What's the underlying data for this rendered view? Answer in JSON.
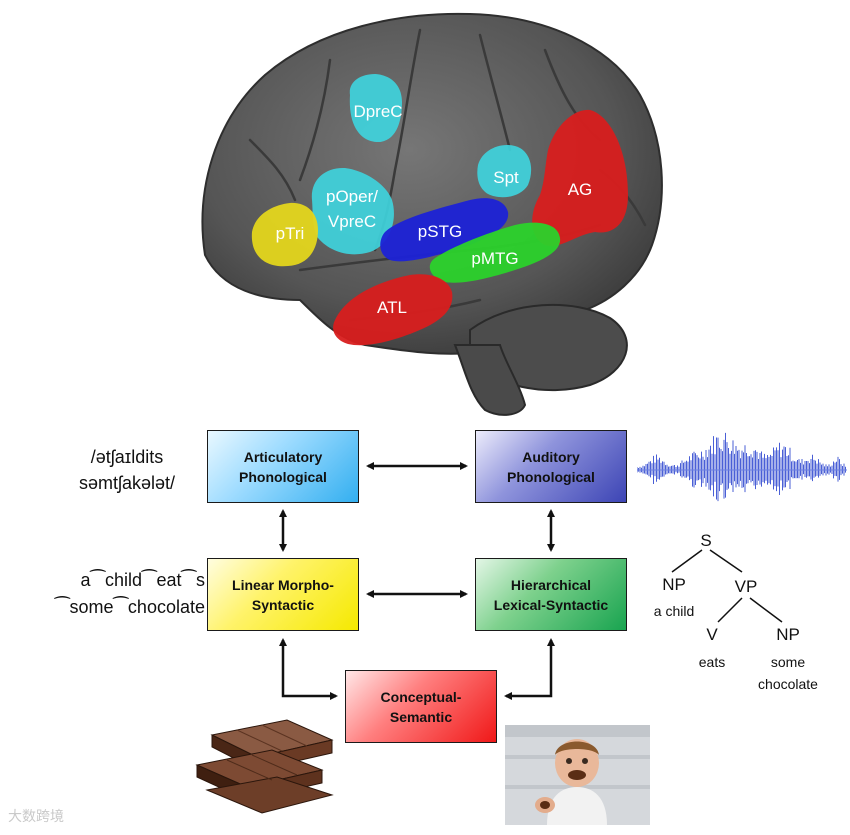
{
  "brain": {
    "regions": {
      "dprec": "DpreC",
      "spt": "Spt",
      "poper_line1": "pOper/",
      "poper_line2": "VpreC",
      "ag": "AG",
      "ptri": "pTri",
      "pstg": "pSTG",
      "pmtg": "pMTG",
      "atl": "ATL"
    },
    "colors": {
      "cyan": "#3fd3dc",
      "yellow": "#e4d61c",
      "blue": "#1c22d6",
      "green": "#2bd22b",
      "red": "#d81e1e",
      "cortex": "#5e5e5e"
    }
  },
  "boxes": {
    "articulatory": "Articulatory\nPhonological",
    "auditory": "Auditory\nPhonological",
    "linear": "Linear Morpho-\nSyntactic",
    "hierarchical": "Hierarchical\nLexical-Syntactic",
    "conceptual": "Conceptual-\nSemantic"
  },
  "side_text": {
    "ipa": "/ətʃaɪldits\nsəmtʃakələt/",
    "morph_line1": "a⁀child⁀eat⁀s",
    "morph_line2": "⁀some⁀chocolate"
  },
  "syntax_tree": {
    "s": "S",
    "np": "NP",
    "np_words": "a child",
    "vp": "VP",
    "v": "V",
    "v_word": "eats",
    "np2": "NP",
    "np2_word1": "some",
    "np2_word2": "chocolate"
  },
  "watermark": "大数跨境"
}
